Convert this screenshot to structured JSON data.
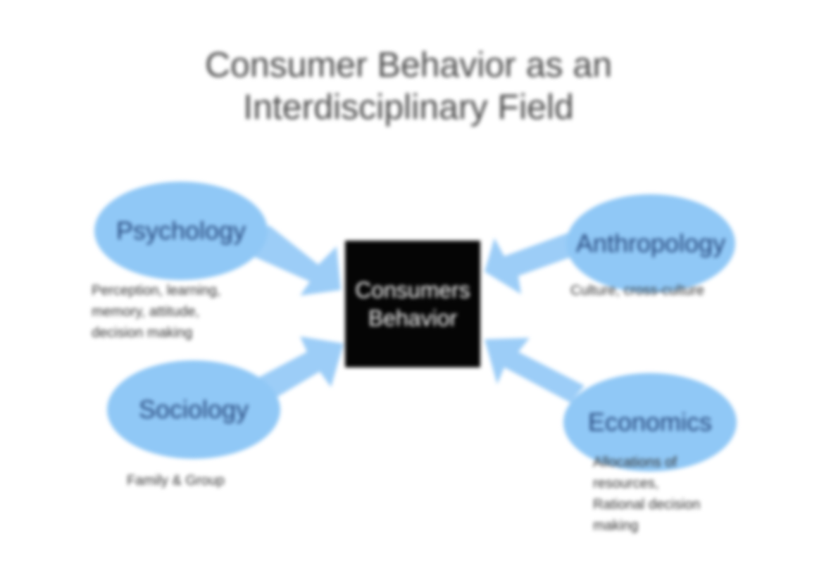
{
  "title": {
    "line1": "Consumer Behavior as an",
    "line2": "Interdisciplinary Field"
  },
  "center": {
    "line1": "Consumers",
    "line2": "Behavior"
  },
  "nodes": {
    "psychology": {
      "label": "Psychology",
      "desc_line1": "Perception, learning,",
      "desc_line2": "memory, attitude,",
      "desc_line3": "decision making"
    },
    "sociology": {
      "label": "Sociology",
      "desc": "Family & Group"
    },
    "anthropology": {
      "label": "Anthropology",
      "desc": "Culture, cross-culture"
    },
    "economics": {
      "label": "Economics",
      "desc_line1": "Allocations of",
      "desc_line2": "resources,",
      "desc_line3": "Rational decision",
      "desc_line4": "making"
    }
  },
  "colors": {
    "ellipse_fill": "#90c8f6",
    "arrow_fill": "#9ccdf7",
    "center_fill": "#050505",
    "label_text": "#24457a",
    "title_text": "#4a4a4a"
  }
}
